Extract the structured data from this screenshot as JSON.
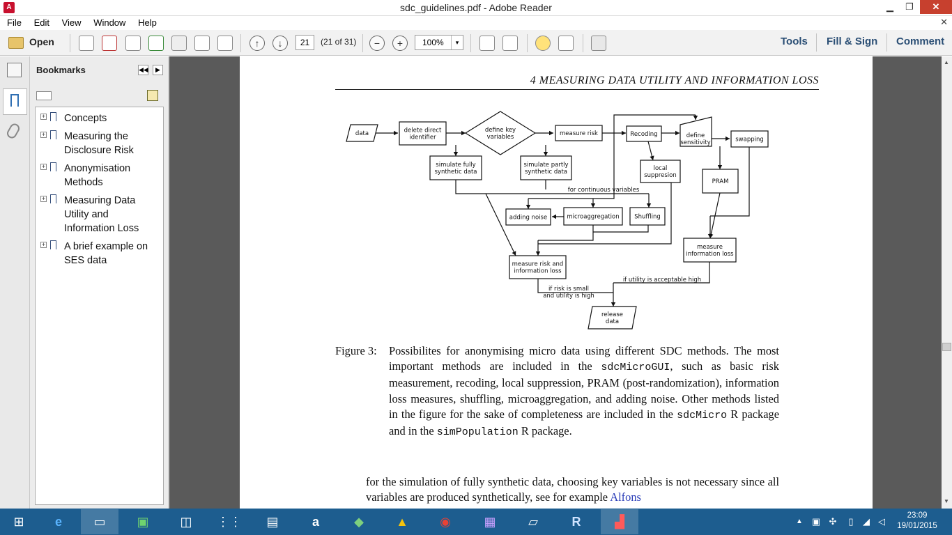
{
  "window": {
    "title": "sdc_guidelines.pdf - Adobe Reader",
    "min": "▁",
    "max": "❐",
    "close": "✕"
  },
  "menu": {
    "items": [
      "File",
      "Edit",
      "View",
      "Window",
      "Help"
    ],
    "close": "✕"
  },
  "toolbar": {
    "open_label": "Open",
    "page_number": "21",
    "page_count": "(21 of 31)",
    "zoom": "100%",
    "zoom_dropdown": "▾"
  },
  "right_tabs": [
    "Tools",
    "Fill & Sign",
    "Comment"
  ],
  "bookmarks": {
    "title": "Bookmarks",
    "items": [
      {
        "lines": [
          "Concepts"
        ]
      },
      {
        "lines": [
          "Measuring the",
          "Disclosure Risk"
        ]
      },
      {
        "lines": [
          "Anonymisation",
          "Methods"
        ]
      },
      {
        "lines": [
          "Measuring Data",
          "Utility and",
          "Information Loss"
        ]
      },
      {
        "lines": [
          "A brief example on",
          "SES data"
        ]
      }
    ]
  },
  "document": {
    "header": "4   MEASURING DATA UTILITY AND INFORMATION LOSS",
    "figure": {
      "nodes": {
        "data": "data",
        "delete": [
          "delete direct",
          "identifier"
        ],
        "define_key": [
          "define key",
          "variables"
        ],
        "measure_risk": "measure risk",
        "recoding": "Recoding",
        "define_sens": [
          "define",
          "sensitivity"
        ],
        "swapping": "swapping",
        "sim_full": [
          "simulate fully",
          "synthetic data"
        ],
        "sim_part": [
          "simulate partly",
          "synthetic data"
        ],
        "local_supp": [
          "local",
          "suppresion"
        ],
        "pram": "PRAM",
        "for_continuous": "for continuous variables",
        "adding_noise": "adding noise",
        "microaggregation": "microaggregation",
        "shuffling": "Shuffling",
        "measure_info_loss": [
          "measure",
          "information loss"
        ],
        "measure_risk_info": [
          "measure risk and",
          "information loss"
        ],
        "if_utility": "if utility is acceptable high",
        "if_risk": [
          "if risk is small",
          "and utility is high"
        ],
        "release": [
          "release",
          "data"
        ]
      }
    },
    "caption_label": "Figure 3:",
    "caption_parts": [
      "Possibilites for anonymising micro data using different SDC methods. The most important methods are included in the ",
      "sdcMicroGUI",
      ", such as basic risk measurement, recoding, local suppression, PRAM (post-randomization), information loss measures, shuffling, microaggregation, and adding noise.  Other methods listed in the figure for the sake of completeness are included in the ",
      "sdcMicro",
      " R package and in the ",
      "simPopulation",
      " R package."
    ],
    "body_text": "for the simulation of fully synthetic data, choosing key variables is not necessary since all variables are produced synthetically, see for example ",
    "body_link": "Alfons"
  },
  "taskbar": {
    "time": "23:09",
    "date": "19/01/2015"
  }
}
